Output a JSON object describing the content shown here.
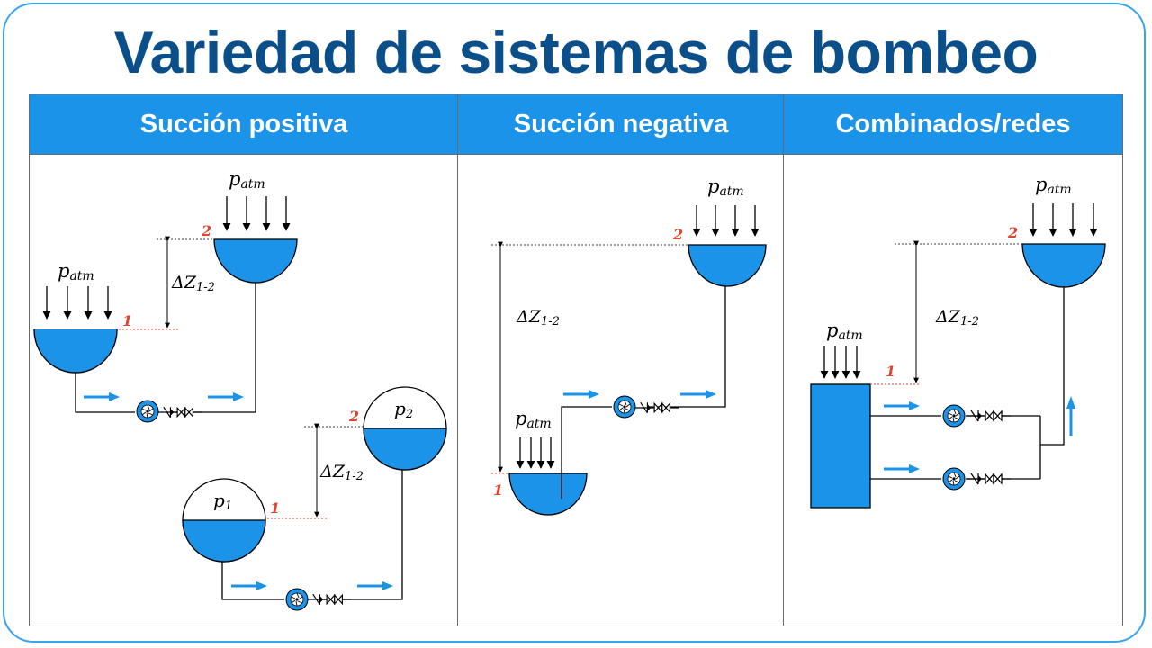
{
  "title": "Variedad de sistemas de bombeo",
  "columns": [
    {
      "header": "Succión positiva"
    },
    {
      "header": "Succión negativa"
    },
    {
      "header": "Combinados/redes"
    }
  ],
  "labels": {
    "p": "p",
    "atm": "atm",
    "p1_sub": "1",
    "p2_sub": "2",
    "delta_z": "ΔZ",
    "delta_z_sub": "1-2",
    "point_1": "1",
    "point_2": "2"
  },
  "colors": {
    "title": "#0b4f8a",
    "header_bg": "#1a93e8",
    "water": "#1a93e8",
    "arrow": "#1a93e8",
    "point_number": "#e0442c",
    "frame": "#3aa3ee"
  }
}
